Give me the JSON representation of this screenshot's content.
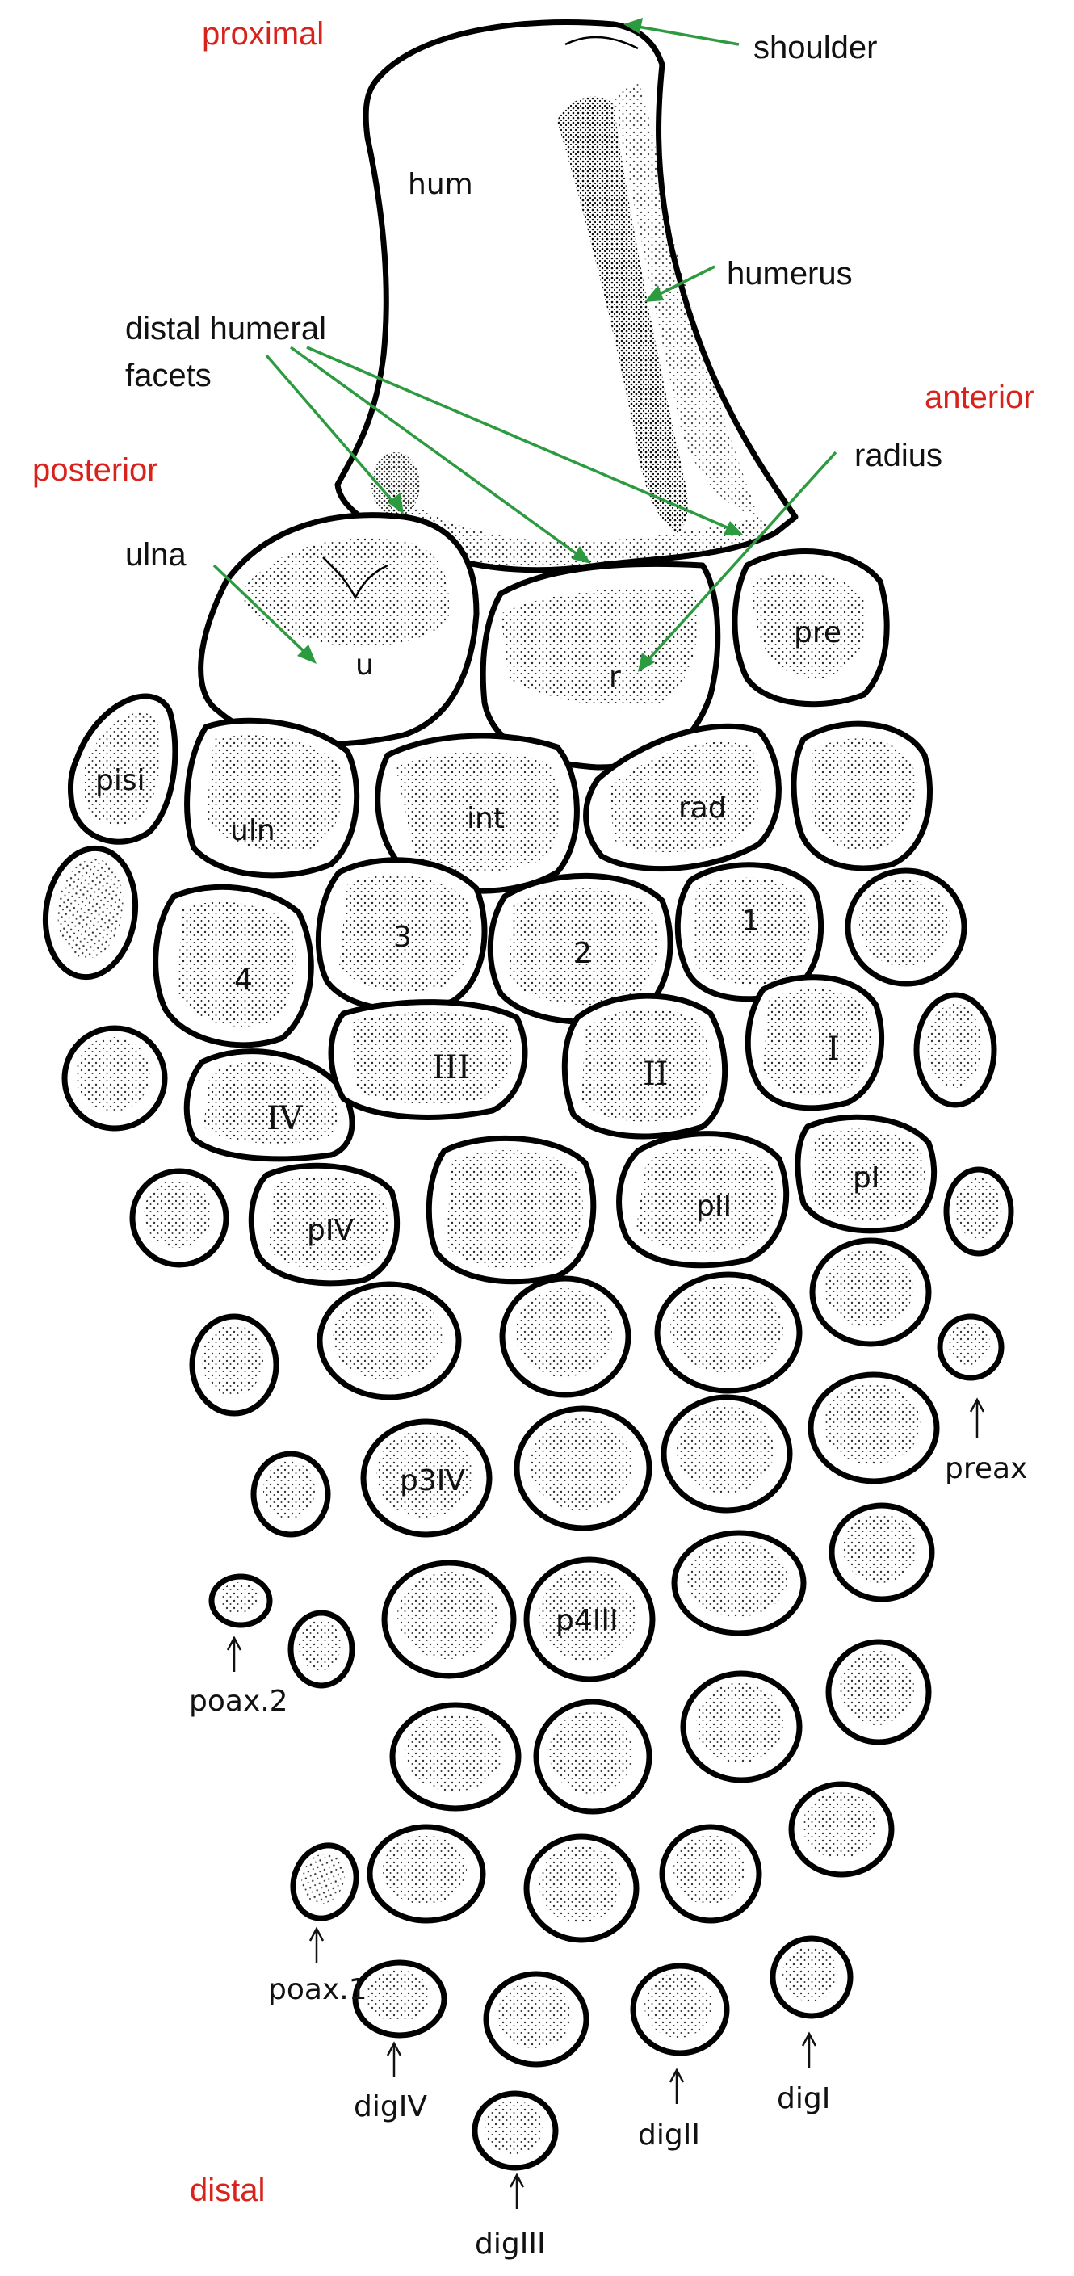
{
  "colors": {
    "orientation": "#d8231c",
    "leader": "#2c9a3e",
    "ink": "#000000"
  },
  "orientation": {
    "proximal": "proximal",
    "distal": "distal",
    "anterior": "anterior",
    "posterior": "posterior"
  },
  "callouts": {
    "shoulder": "shoulder",
    "humerus": "humerus",
    "distal_facets_1": "distal humeral",
    "distal_facets_2": "facets",
    "radius": "radius",
    "ulna": "ulna"
  },
  "bone_labels": {
    "hum": "hum",
    "u": "u",
    "r": "r",
    "pre": "pre",
    "pisi": "pisi",
    "uln": "uln",
    "int": "int",
    "rad": "rad",
    "c1": "1",
    "c2": "2",
    "c3": "3",
    "c4": "4",
    "mI": "I",
    "mII": "II",
    "mIII": "III",
    "mIV": "IV",
    "pI": "pI",
    "pII": "pII",
    "pIV": "pIV",
    "p3IV": "p3IV",
    "p4III": "p4III"
  },
  "digit_labels": {
    "preax": "preax",
    "poax2": "poax.2",
    "poax1": "poax.1",
    "digIV": "digIV",
    "digIII": "digIII",
    "digII": "digII",
    "digI": "digI"
  }
}
